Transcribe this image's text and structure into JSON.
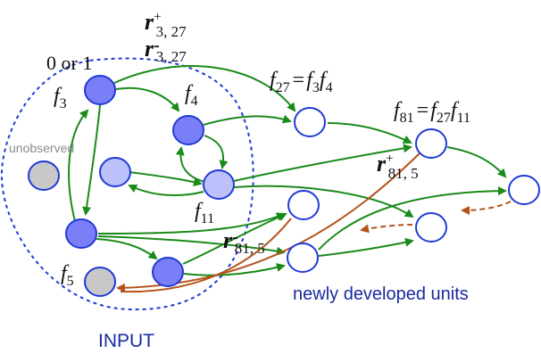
{
  "labels": {
    "zero_or_one": "0 or 1",
    "unobserved": "unobserved",
    "input": "INPUT",
    "newly_developed": "newly developed units",
    "f3": {
      "base": "f",
      "sub": "3"
    },
    "f4": {
      "base": "f",
      "sub": "4"
    },
    "f5": {
      "base": "f",
      "sub": "5"
    },
    "f11": {
      "base": "f",
      "sub": "11"
    },
    "r_plus_3_27": {
      "base": "r",
      "sup": "+",
      "sub": "3, 27"
    },
    "r_minus_3_27": {
      "base": "r",
      "sup": "-",
      "sub": "3, 27"
    },
    "r_plus_81_5": {
      "base": "r",
      "sup": "+",
      "sub": "81, 5"
    },
    "r_minus_81_5": {
      "base": "r",
      "sup": "-",
      "sub": "81, 5"
    },
    "eq_f27": {
      "lhs": "f",
      "lhs_sub": "27",
      "eq": "=",
      "t1": "f",
      "t1_sub": "3",
      "t2": "f",
      "t2_sub": "4"
    },
    "eq_f81": {
      "lhs": "f",
      "lhs_sub": "81",
      "eq": "=",
      "t1": "f",
      "t1_sub": "27",
      "t2": "f",
      "t2_sub": "11"
    }
  },
  "colors": {
    "input_node": "#7b7ff7",
    "hidden_node": "#bcc0fb",
    "unobserved_node": "#c8c8c8",
    "new_node": "#ffffff",
    "node_border": "#1f3ad6",
    "edge_green": "#1a8a1a",
    "edge_brown": "#b5531a",
    "boundary": "#1f3ad6",
    "caption": "#1a2aa0"
  }
}
